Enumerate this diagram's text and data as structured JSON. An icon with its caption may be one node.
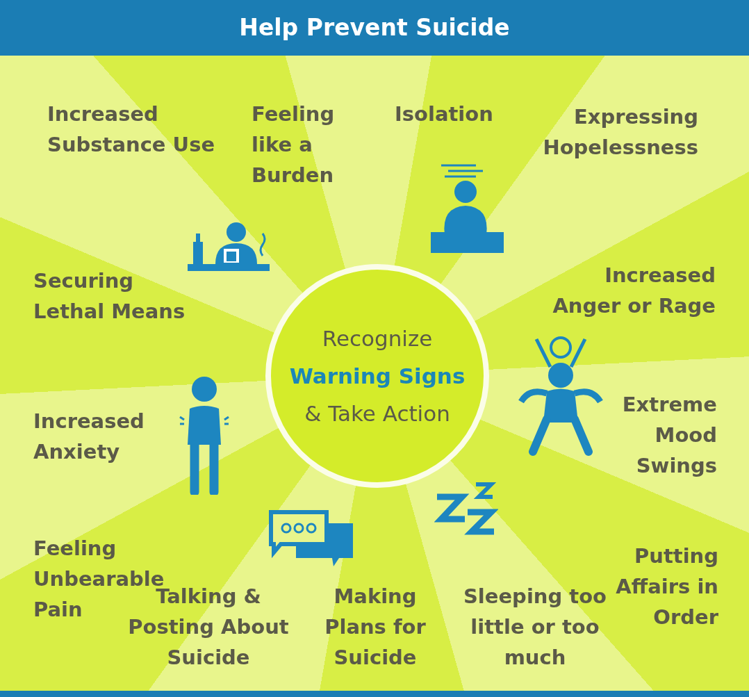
{
  "diagram": {
    "title": "Help Prevent Suicide",
    "nodes": [
      {
        "text": [
          "Recognize **Warning Signs** & Take Action"
        ]
      }
    ],
    "labels": [
      "Increased Substance Use",
      "Feeling like a Burden",
      "Isolation",
      "Expressing Hopelessness",
      "Securing Lethal Means",
      "Increased Anger or Rage",
      "Increased Anxiety",
      "Extreme Mood Swings",
      "Feeling Unbearable Pain",
      "Talking & Posting About Suicide",
      "Making Plans for Suicide",
      "Sleeping too little or too much",
      "Putting Affairs in Order"
    ]
  }
}
